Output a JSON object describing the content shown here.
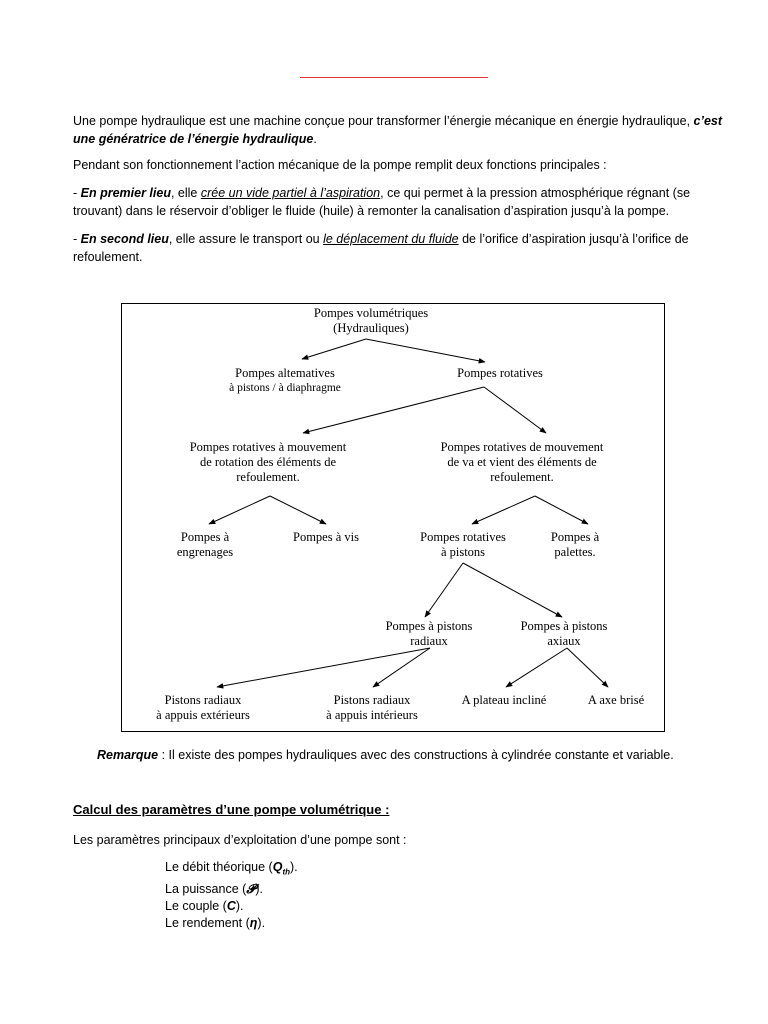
{
  "intro": {
    "line1_plain": "Une pompe hydraulique est une machine conçue pour transformer l’énergie mécanique en énergie hydraulique, ",
    "line1_emph": "c’est une génératrice de l’énergie hydraulique",
    "line1_end": "."
  },
  "functions_intro": "Pendant son fonctionnement l’action mécanique de la pompe remplit deux fonctions principales :",
  "first": {
    "dash": "- ",
    "lead": "En premier lieu",
    "mid": ", elle ",
    "underlined": "crée un vide partiel à l’aspiration",
    "rest": ", ce qui permet à la pression atmosphérique régnant (se trouvant) dans le réservoir d’obliger le fluide (huile) à remonter la canalisation d’aspiration jusqu’à la pompe."
  },
  "second": {
    "dash": "- ",
    "lead": "En second lieu",
    "mid": ", elle assure le transport ou ",
    "underlined": "le déplacement du fluide",
    "rest": " de l’orifice d’aspiration jusqu’à l’orifice de refoulement."
  },
  "diagram": {
    "root": [
      "Pompes volumétriques",
      "(Hydrauliques)"
    ],
    "alternatives": [
      "Pompes altematives",
      "à pistons / à diaphragme"
    ],
    "rotatives": [
      "Pompes rotatives"
    ],
    "rot_rotation": [
      "Pompes rotatives à mouvement",
      "de rotation des éléments de",
      "refoulement."
    ],
    "rot_vaet": [
      "Pompes rotatives de mouvement",
      "de va et vient des éléments de",
      "refoulement."
    ],
    "engrenages": [
      "Pompes à",
      "engrenages"
    ],
    "vis": [
      "Pompes à vis"
    ],
    "rot_pistons": [
      "Pompes rotatives",
      "à pistons"
    ],
    "palettes": [
      "Pompes à",
      "palettes."
    ],
    "radiaux": [
      "Pompes à pistons",
      "radiaux"
    ],
    "axiaux": [
      "Pompes à pistons",
      "axiaux"
    ],
    "radiaux_ext": [
      "Pistons radiaux",
      "à appuis extérieurs"
    ],
    "radiaux_int": [
      "Pistons radiaux",
      "à appuis intérieurs"
    ],
    "plateau": [
      "A plateau incliné"
    ],
    "axe": [
      "A axe brisé"
    ]
  },
  "remark": {
    "label": "Remarque",
    "text": " : Il existe des pompes hydrauliques avec des constructions à cylindrée constante et variable."
  },
  "section_heading": "Calcul des paramètres d’une pompe volumétrique :",
  "params_intro": "Les paramètres principaux d’exploitation d’une pompe sont :",
  "params": [
    {
      "pre": "Le débit théorique (",
      "sym": "Q",
      "sub": "th",
      "post": ")."
    },
    {
      "pre": "La puissance (",
      "sym": "𝓟",
      "sub": "",
      "post": ")."
    },
    {
      "pre": "Le couple (",
      "sym": "C",
      "sub": "",
      "post": ")."
    },
    {
      "pre": "Le rendement (",
      "sym": "η",
      "sub": "",
      "post": ")."
    }
  ]
}
